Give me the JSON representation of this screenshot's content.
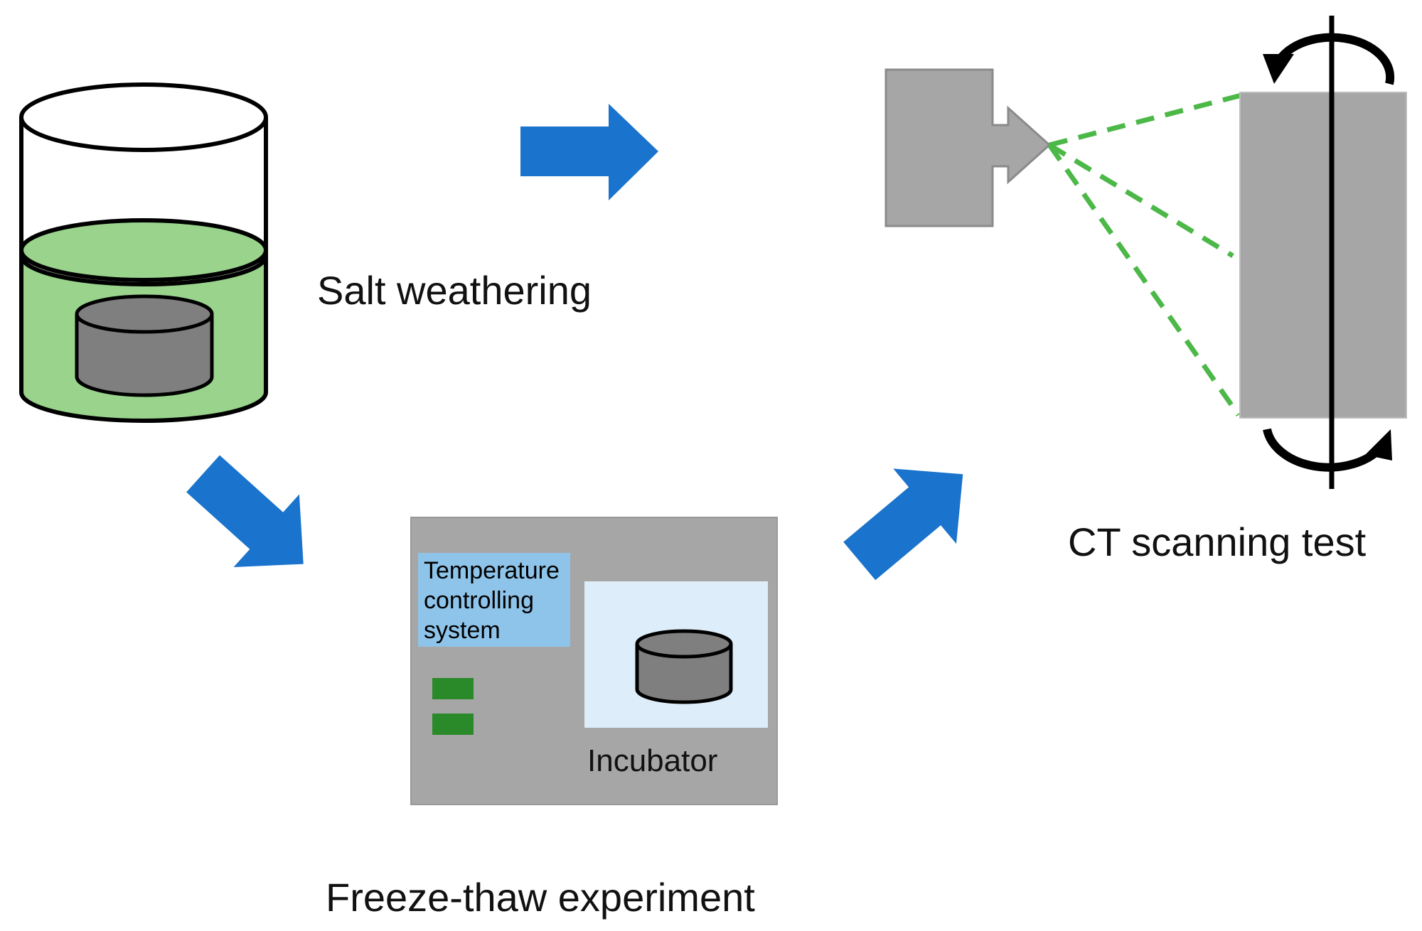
{
  "labels": {
    "salt_weathering": "Salt weathering",
    "freeze_thaw": "Freeze-thaw experiment",
    "ct_scanning": "CT scanning test",
    "incubator": "Incubator",
    "temperature_system": [
      "Temperature",
      "controlling",
      "system"
    ]
  },
  "colors": {
    "arrow": "#1a73cc",
    "solution": "#99d38c",
    "specimen": "#7f7f7f",
    "device": "#a6a6a6",
    "incubator_window": "#ddeefa",
    "temperature_panel": "#8fc4ea",
    "indicator": "#2a8a2a",
    "beam": "#4cb848"
  }
}
